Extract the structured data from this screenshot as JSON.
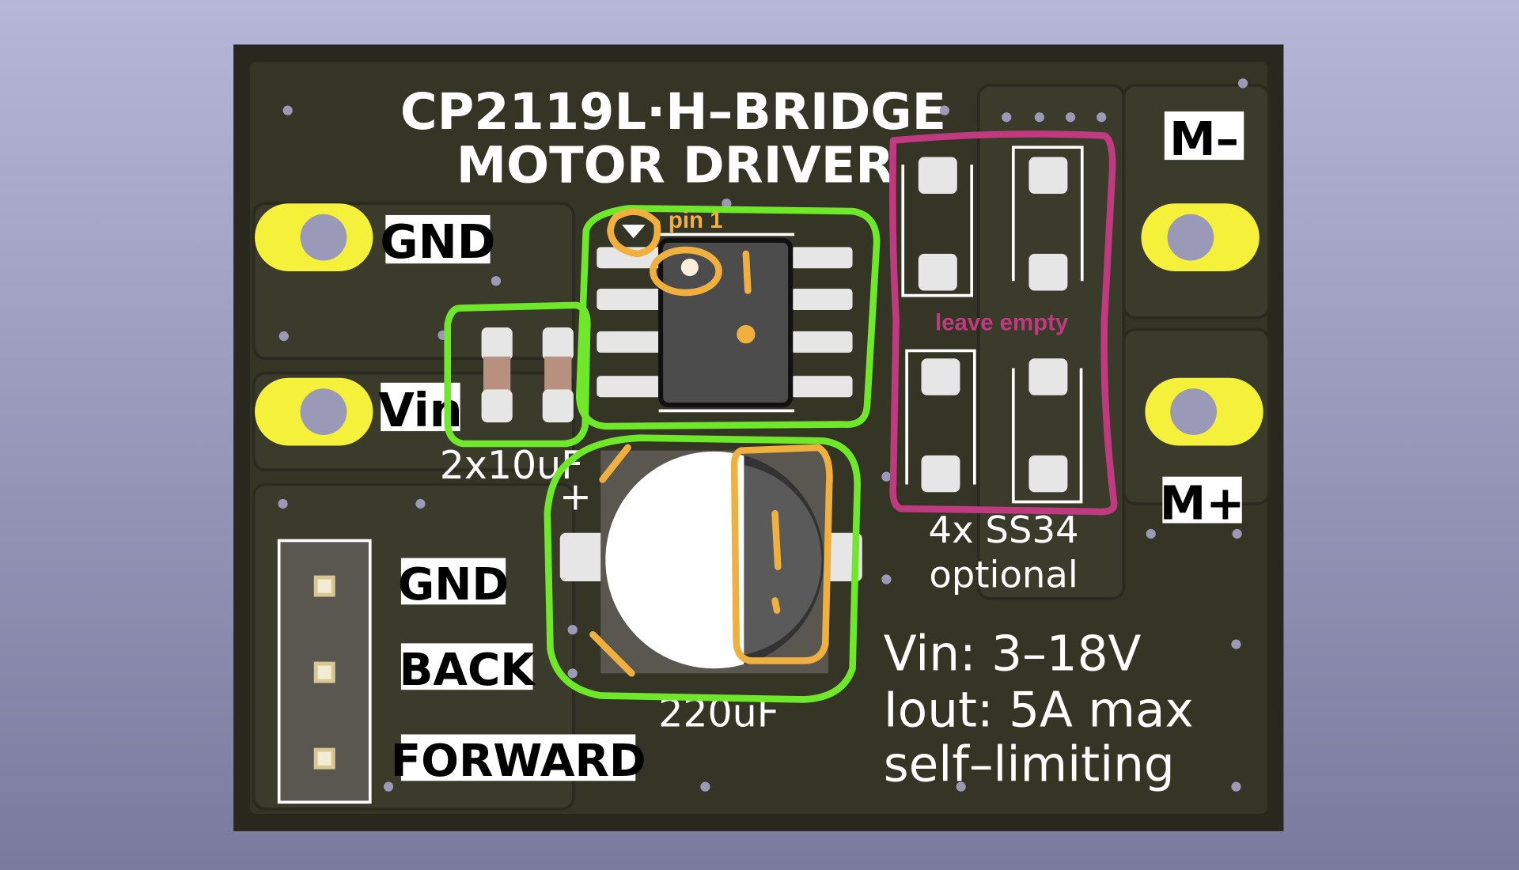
{
  "board": {
    "title_line1": "CP2119L·H–BRIDGE",
    "title_line2": "MOTOR DRIVER",
    "labels": {
      "gnd_top": "GND",
      "vin": "Vin",
      "caps_small": "2x10uF",
      "cap_large": "220uF",
      "cap_plus": "+",
      "m_minus": "M–",
      "m_plus": "M+",
      "diodes_line1": "4x SS34",
      "diodes_line2": "optional",
      "header_gnd": "GND",
      "header_back": "BACK",
      "header_forward": "FORWARD",
      "spec1": "Vin: 3–18V",
      "spec2": "Iout: 5A max",
      "spec3": "self–limiting"
    },
    "annotations": {
      "pin1": "pin 1",
      "leave_empty": "leave empty"
    }
  },
  "colors": {
    "board": "#353526",
    "pad_yellow": "#f5f03a",
    "annotation_green": "#6fe82a",
    "annotation_orange": "#f0b040",
    "annotation_magenta": "#c03a80"
  }
}
